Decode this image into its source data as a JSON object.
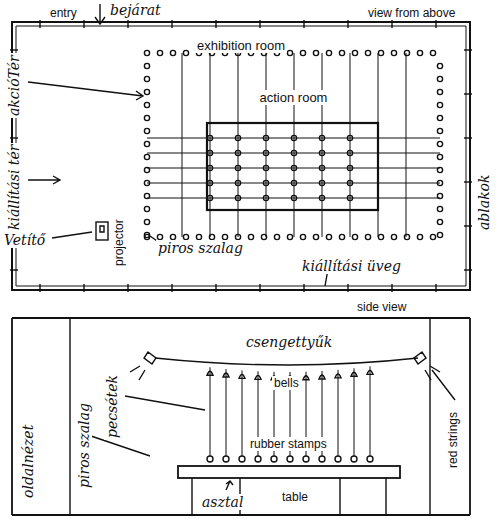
{
  "diagram": {
    "nodes": [
      {
        "text": [
          "exhibition room"
        ]
      },
      {
        "text": [
          "action room"
        ],
        "in": 0
      }
    ],
    "labels": [
      "entry",
      "bejárat",
      "view from above",
      "akcióTér",
      "kiállítási tér",
      "Vetítő",
      "projector",
      "piros szalag",
      "kiállítási üveg",
      "ablakok",
      "side view",
      "oldalnézet",
      "csengettyűk",
      "bells",
      "piros szalag",
      "pecsétek",
      "red strings",
      "rubber stamps",
      "table",
      "asztal"
    ]
  }
}
